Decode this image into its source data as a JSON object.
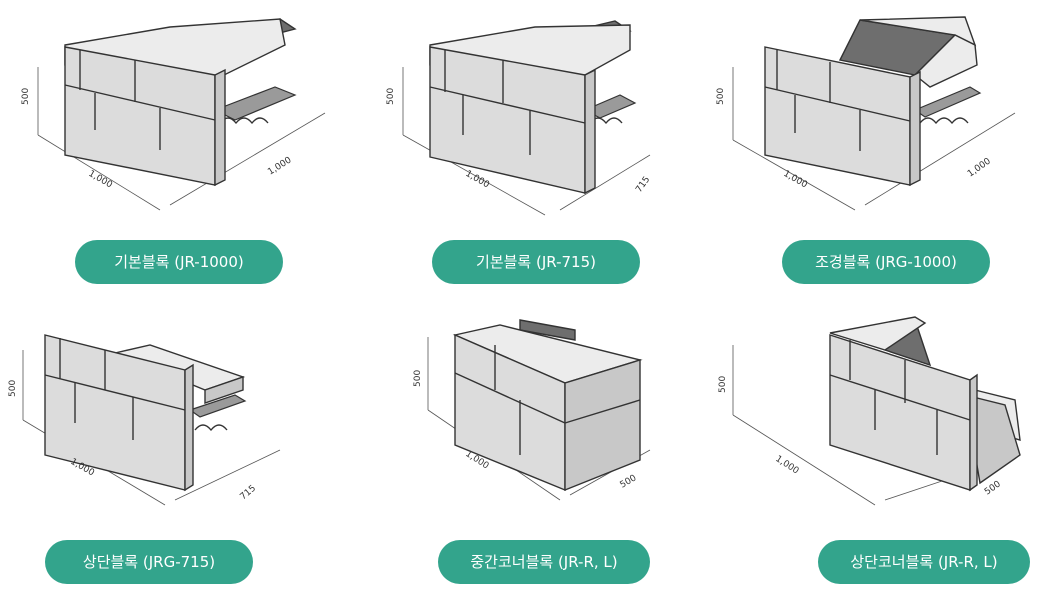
{
  "blocks": [
    {
      "label": "기본블록 (JR-1000)",
      "height": "500",
      "width": "1,000",
      "depth": "1,000"
    },
    {
      "label": "기본블록 (JR-715)",
      "height": "500",
      "width": "1,000",
      "depth": "715"
    },
    {
      "label": "조경블록 (JRG-1000)",
      "height": "500",
      "width": "1,000",
      "depth": "1,000"
    },
    {
      "label": "상단블록 (JRG-715)",
      "height": "500",
      "width": "1,000",
      "depth": "715"
    },
    {
      "label": "중간코너블록 (JR-R, L)",
      "height": "500",
      "width": "1,000",
      "depth": "500"
    },
    {
      "label": "상단코너블록 (JR-R, L)",
      "height": "500",
      "width": "1,000",
      "depth": "500"
    }
  ],
  "colors": {
    "label_bg": "#33a48c",
    "label_text": "#ffffff"
  }
}
